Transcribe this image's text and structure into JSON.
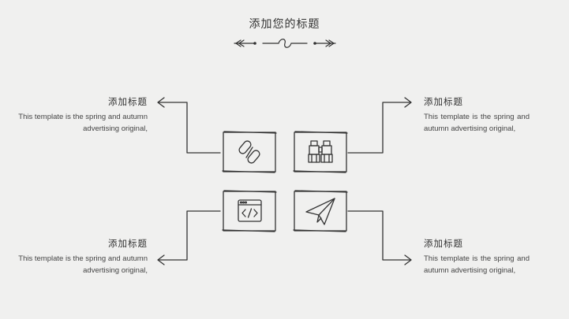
{
  "page": {
    "title": "添加您的标题"
  },
  "blocks": {
    "top_left": {
      "heading": "添加标题",
      "body": "This template is the spring and autumn advertising original,"
    },
    "top_right": {
      "heading": "添加标题",
      "body": "This template is the spring and autumn advertising original,"
    },
    "bottom_left": {
      "heading": "添加标题",
      "body": "This template is the spring and autumn advertising original,"
    },
    "bottom_right": {
      "heading": "添加标题",
      "body": "This template is the spring and autumn advertising original,"
    }
  },
  "icons": {
    "top_left": "link-icon",
    "top_right": "binoculars-icon",
    "bottom_left": "code-window-icon",
    "bottom_right": "paper-plane-icon"
  },
  "colors": {
    "background": "#f0f0ef",
    "ink": "#3a3a3a"
  }
}
